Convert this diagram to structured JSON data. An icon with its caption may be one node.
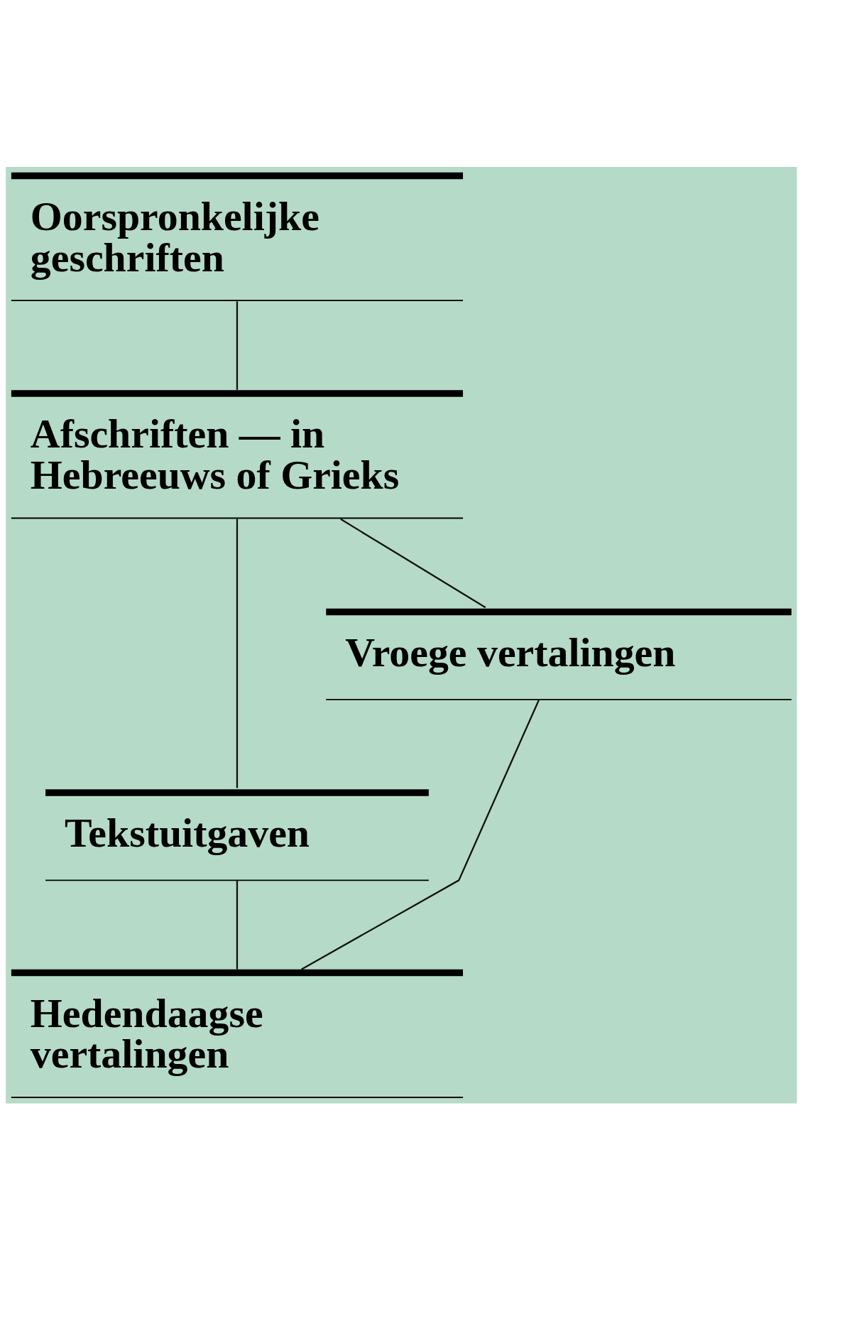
{
  "diagram": {
    "nodes": [
      {
        "text": [
          "Oorspronkelijke geschriften"
        ]
      },
      {
        "text": [
          "Afschriften — in Hebreeuws of Grieks"
        ]
      },
      {
        "text": [
          "Vroege vertalingen"
        ]
      },
      {
        "text": [
          "Tekstuitgaven"
        ]
      },
      {
        "text": [
          "Hedendaagse vertalingen"
        ]
      }
    ],
    "edges": [
      {
        "from": 0,
        "to": 1,
        "arrow": "none"
      },
      {
        "from": 1,
        "to": 2,
        "arrow": "none"
      },
      {
        "from": 1,
        "to": 3,
        "arrow": "none"
      },
      {
        "from": 2,
        "to": 4,
        "arrow": "none"
      },
      {
        "from": 3,
        "to": 4,
        "arrow": "none"
      }
    ]
  }
}
